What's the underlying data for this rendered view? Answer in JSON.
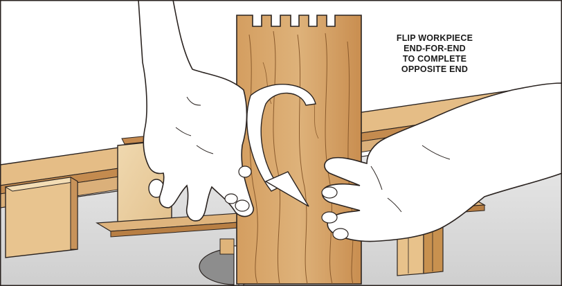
{
  "caption": {
    "lines": [
      "FLIP WORKPIECE",
      "END-FOR-END",
      "TO COMPLETE",
      "OPPOSITE END"
    ]
  },
  "colors": {
    "wood_light": "#e7c89a",
    "wood_mid": "#d8ac72",
    "wood_dark": "#c38a4e",
    "table_gray": "#d7d7d7",
    "skin": "#ffffff",
    "outline": "#2a2320"
  }
}
